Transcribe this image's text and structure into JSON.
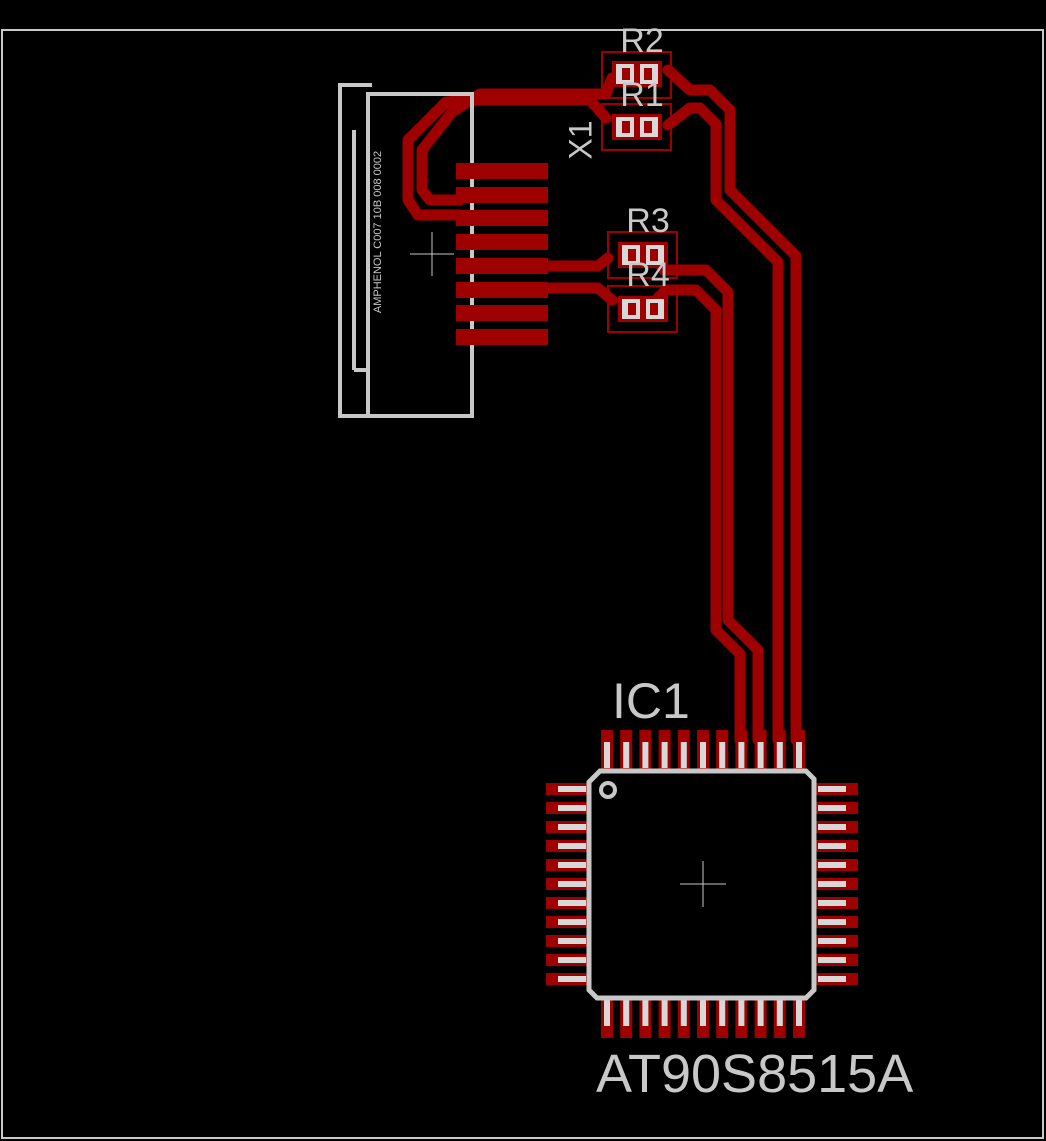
{
  "colors": {
    "background": "#000000",
    "copper": "#9e0000",
    "silkscreen": "#c8c8c8",
    "pad": "#d8d8d8",
    "board_outline": "#c8c8c8"
  },
  "components": {
    "r1": {
      "name": "R1"
    },
    "r2": {
      "name": "R2"
    },
    "r3": {
      "name": "R3"
    },
    "r4": {
      "name": "R4"
    },
    "x1": {
      "name": "X1",
      "value": "AMPHENOL C007 10B 008 0002"
    },
    "ic1": {
      "name": "IC1",
      "value": "AT90S8515A"
    }
  }
}
